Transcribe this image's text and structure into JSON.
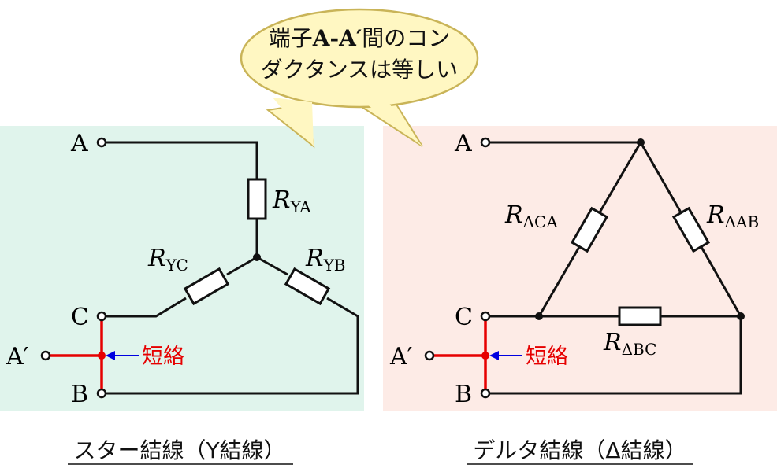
{
  "callout": {
    "line1_prefix": "端子",
    "line1_terminal": "A-A′",
    "line1_suffix": "間のコン",
    "line2": "ダクタンスは等しい"
  },
  "star": {
    "caption": "スター結線（Y結線）",
    "terminal_a": "A",
    "terminal_c": "C",
    "terminal_b": "B",
    "terminal_a_prime": "A′",
    "short_label": "短絡",
    "r_ya": {
      "main": "R",
      "sub": "YA"
    },
    "r_yb": {
      "main": "R",
      "sub": "YB"
    },
    "r_yc": {
      "main": "R",
      "sub": "YC"
    }
  },
  "delta": {
    "caption": "デルタ結線（Δ結線）",
    "terminal_a": "A",
    "terminal_c": "C",
    "terminal_b": "B",
    "terminal_a_prime": "A′",
    "short_label": "短絡",
    "r_ca": {
      "main": "R",
      "sub": "ΔCA"
    },
    "r_ab": {
      "main": "R",
      "sub": "ΔAB"
    },
    "r_bc": {
      "main": "R",
      "sub": "ΔBC"
    }
  },
  "colors": {
    "star_bg": "#e0f4ec",
    "delta_bg": "#fdebe6",
    "callout_fill": "#fff7c2",
    "callout_stroke": "#c9b458",
    "short_color": "#e60000",
    "arrow_color": "#0000e0",
    "wire_color": "#111111"
  }
}
